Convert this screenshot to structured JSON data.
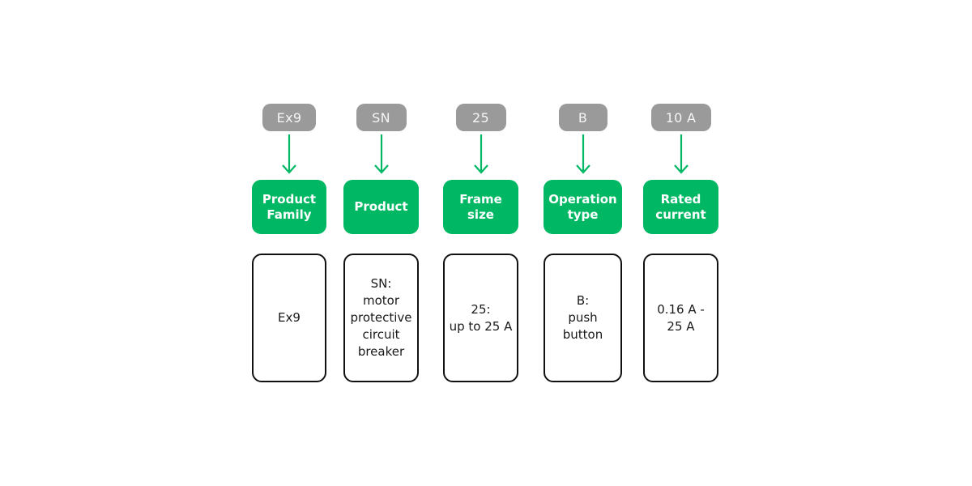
{
  "colors": {
    "green": "#00b864",
    "gray": "#9a9a9a",
    "box_border": "#111111",
    "badge_text": "#f5f5f5",
    "label_text": "#ffffff",
    "description_text": "#1a1a1a",
    "background": "#ffffff"
  },
  "columns": [
    {
      "code": "Ex9",
      "label": "Product\nFamily",
      "description": "Ex9"
    },
    {
      "code": "SN",
      "label": "Product",
      "description": "SN:\nmotor\nprotective\ncircuit\nbreaker"
    },
    {
      "code": "25",
      "label": "Frame\nsize",
      "description": "25:\nup to 25 A"
    },
    {
      "code": "B",
      "label": "Operation\ntype",
      "description": "B:\npush\nbutton"
    },
    {
      "code": "10 A",
      "label": "Rated\ncurrent",
      "description": "0.16 A -\n25 A"
    }
  ]
}
